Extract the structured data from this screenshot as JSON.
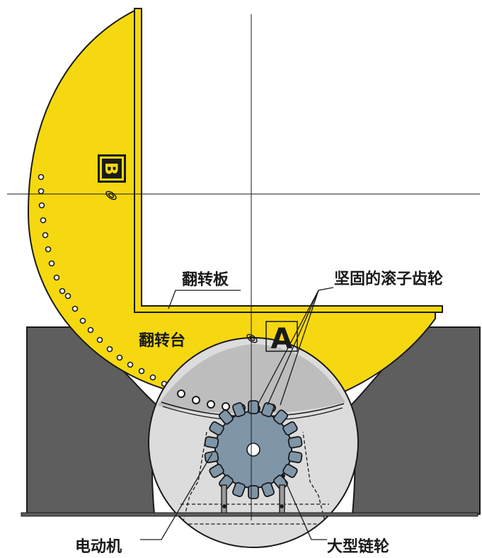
{
  "labels": {
    "flip_plate": "翻转板",
    "flip_table": "翻转台",
    "roller_gear": "坚固的滚子齿轮",
    "motor": "电动机",
    "sprocket": "大型链轮"
  },
  "markers": {
    "a": "A",
    "b": "B"
  },
  "colors": {
    "table_yellow": "#f5d80f",
    "base_gray": "#5e5e5e",
    "disc_gray": "#dcdcdc",
    "sprocket_blue": "#7f95a8",
    "line": "#1a1a1a"
  },
  "icons": {
    "guide_holes": "circle-hole-row",
    "rollers": "roller-row",
    "pivot": "pivot-hole"
  }
}
